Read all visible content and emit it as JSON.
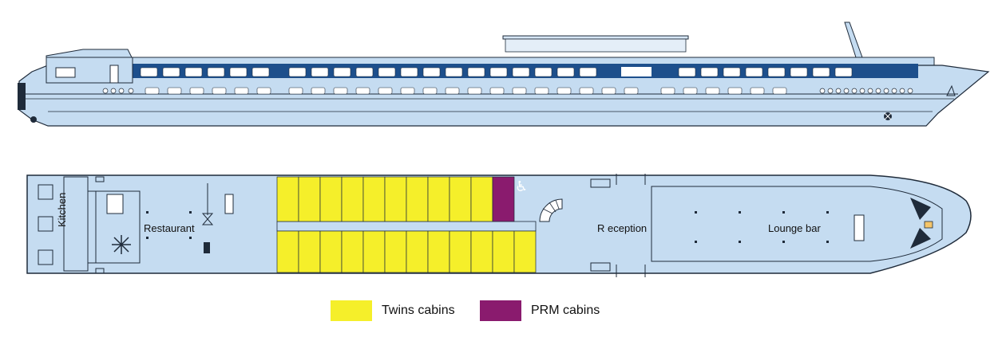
{
  "colors": {
    "hull": "#c5dcf1",
    "outline": "#1f2b3a",
    "band": "#1d4f8c",
    "twin": "#f5ef2a",
    "prm": "#8a1b6e"
  },
  "icons": {
    "accessible": "wheelchair-icon",
    "freezer": "snowflake-icon",
    "stairs": "spiral-stairs-icon"
  },
  "labels": {
    "kitchen": "Kitchen",
    "restaurant": "Restaurant",
    "reception": "R eception",
    "lounge_bar": "Lounge bar"
  },
  "legend": [
    {
      "label": "Twins cabins",
      "color": "#f5ef2a"
    },
    {
      "label": "PRM cabins",
      "color": "#8a1b6e"
    }
  ]
}
